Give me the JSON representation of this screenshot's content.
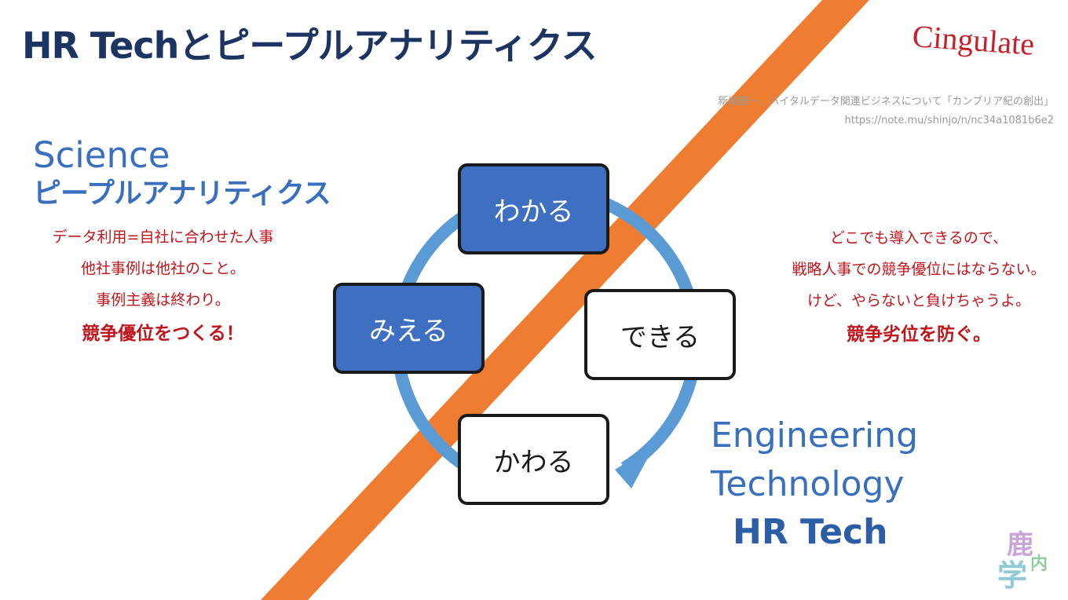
{
  "title": "HR Techとピープルアナリティクス",
  "logo": "Cingulate",
  "source": {
    "line1": "新城健一、バイタルデータ関連ビジネスについて「カンブリア紀の創出」",
    "line2": "https://note.mu/shinjo/n/nc34a1081b6e2"
  },
  "science": {
    "heading_en": "Science",
    "heading_jp": "ピープルアナリティクス",
    "lines": [
      "データ利用=自社に合わせた人事",
      "他社事例は他社のこと。",
      "事例主義は終わり。"
    ],
    "emphasis": "競争優位をつくる！"
  },
  "engineering": {
    "line1": "Engineering",
    "line2": "Technology",
    "line3": "HR Tech",
    "lines": [
      "どこでも導入できるので、",
      "戦略人事での競争優位にはならない。",
      "けど、やらないと負けちゃうよ。"
    ],
    "emphasis": "競争劣位を防ぐ。"
  },
  "cycle": {
    "wakaru": "わかる",
    "mieru": "みえる",
    "dekiru": "できる",
    "kawaru": "かわる"
  },
  "badge": {
    "top": "鹿",
    "left": "学",
    "right": "内"
  },
  "colors": {
    "title": "#1c3461",
    "accent_blue": "#3a6fbf",
    "box_blue": "#3f6fc0",
    "red_text": "#c0151b",
    "orange_stripe": "#ee7d31",
    "cycle_arrow": "#5b9bd5"
  }
}
